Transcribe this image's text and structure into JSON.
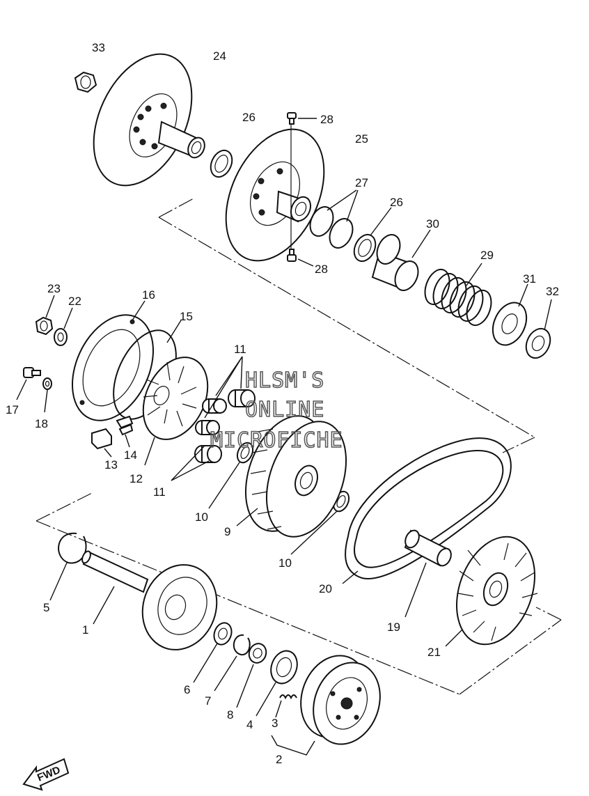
{
  "callouts": {
    "c1": "1",
    "c2": "2",
    "c3": "3",
    "c4": "4",
    "c5": "5",
    "c6": "6",
    "c7": "7",
    "c8": "8",
    "c9": "9",
    "c10a": "10",
    "c10b": "10",
    "c11a": "11",
    "c11b": "11",
    "c12": "12",
    "c13": "13",
    "c14": "14",
    "c15": "15",
    "c16": "16",
    "c17": "17",
    "c18": "18",
    "c19": "19",
    "c20": "20",
    "c21": "21",
    "c22": "22",
    "c23": "23",
    "c24": "24",
    "c25": "25",
    "c26a": "26",
    "c26b": "26",
    "c27": "27",
    "c28a": "28",
    "c28b": "28",
    "c29": "29",
    "c30": "30",
    "c31": "31",
    "c32": "32",
    "c33": "33"
  },
  "watermark": {
    "line1": "HLSM'S",
    "line2": "ONLINE",
    "line3": "MICROFICHE"
  },
  "direction_label": "FWD"
}
